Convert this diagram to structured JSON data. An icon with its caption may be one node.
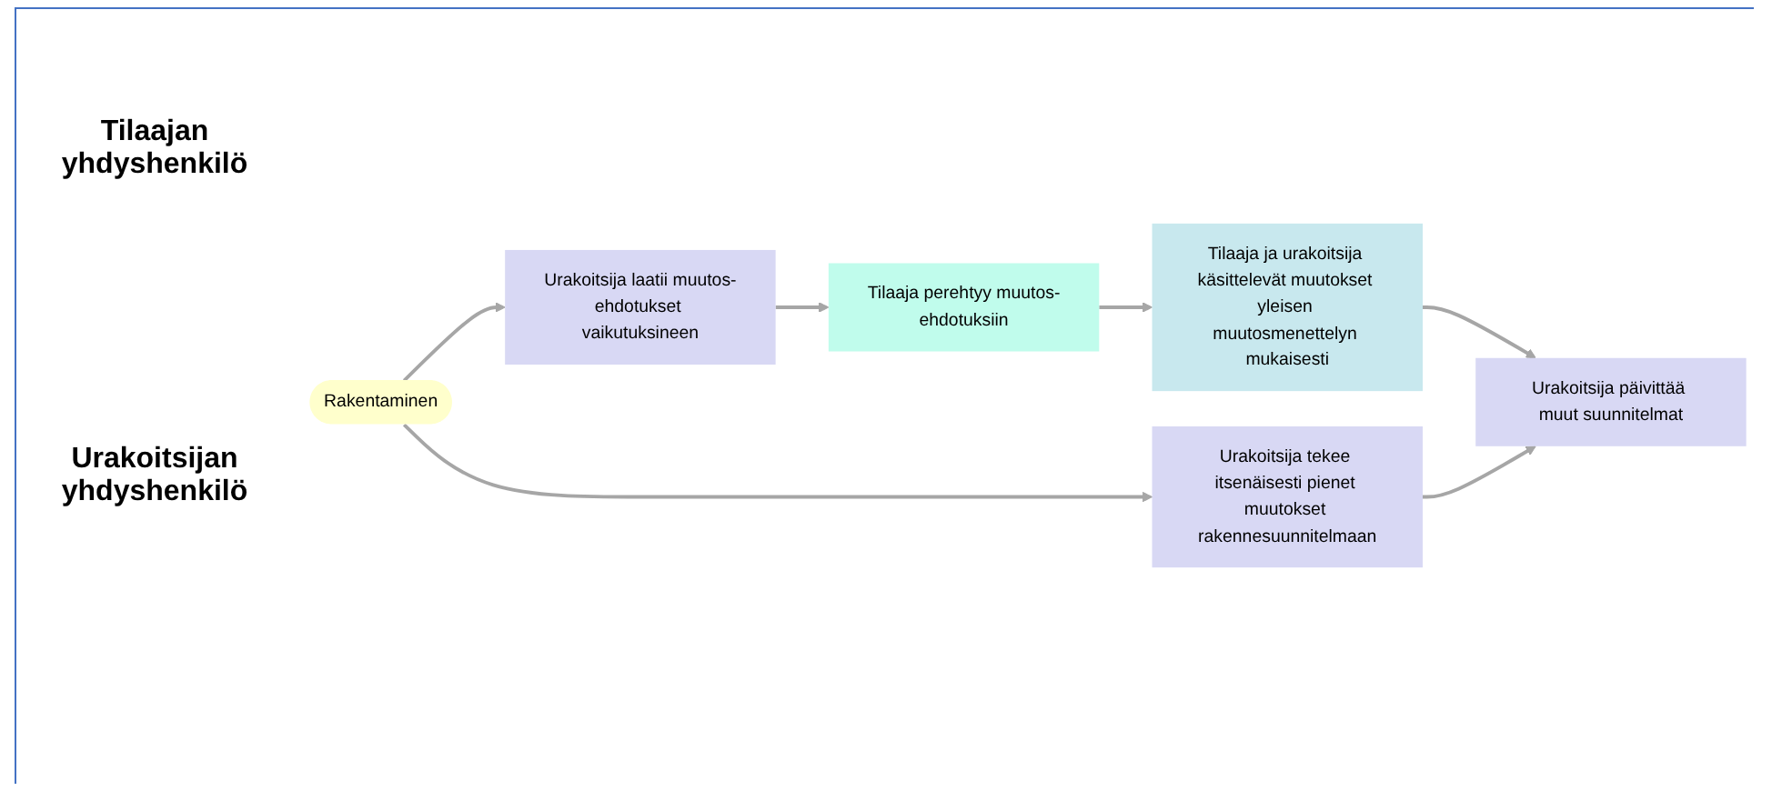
{
  "diagram": {
    "nodes": [
      {
        "text": [
          "Rakentaminen"
        ]
      },
      {
        "text": [
          "Tilaaja perehtyy muutos-ehdotuksiin"
        ]
      },
      {
        "text": [
          "Tilaaja ja urakoitsija käsittelevät muutokset yleisen muutosmenettelyn mukaisesti"
        ]
      },
      {
        "text": [
          "Urakoitsija laatii muutos-ehdotukset vaikutuksineen"
        ]
      },
      {
        "text": [
          "Urakoitsija päivittää muut suunnitelmat"
        ]
      },
      {
        "text": [
          "Urakoitsija tekee itsenäisesti pienet muutokset rakennesuunnitelmaan"
        ]
      }
    ],
    "edges": [
      {
        "from": 0,
        "to": 3,
        "arrow": "to"
      },
      {
        "from": 0,
        "to": 5,
        "arrow": "to"
      },
      {
        "from": 3,
        "to": 1,
        "arrow": "to"
      },
      {
        "from": 1,
        "to": 2,
        "arrow": "to"
      },
      {
        "from": 2,
        "to": 4,
        "arrow": "to"
      },
      {
        "from": 5,
        "to": 4,
        "arrow": "to"
      }
    ],
    "labels": [
      "Tilaajan yhdyshenkilö",
      "Urakoitsijan yhdyshenkilö"
    ]
  }
}
